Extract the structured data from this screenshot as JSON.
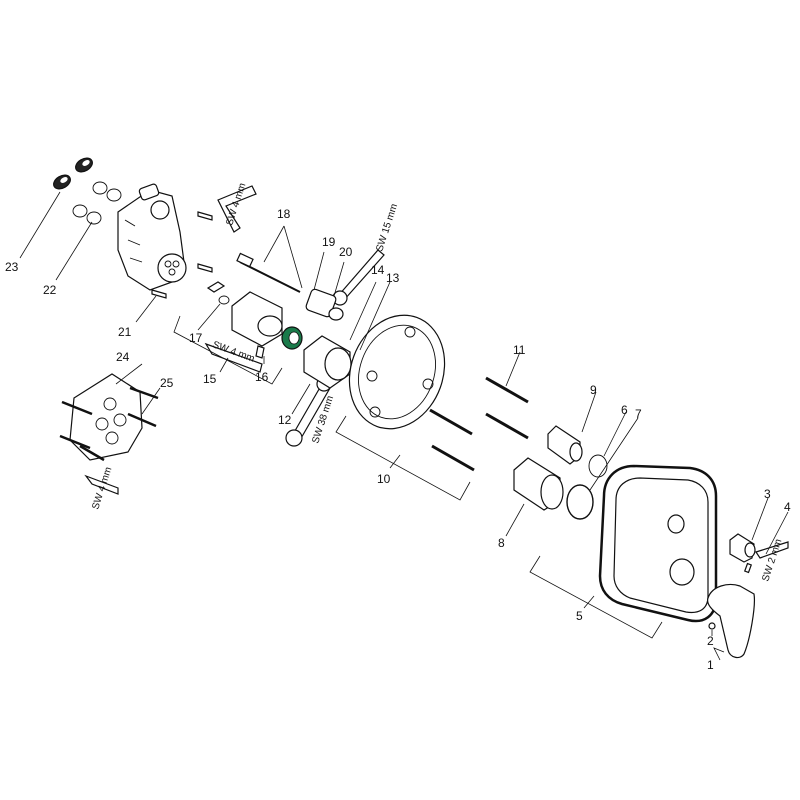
{
  "diagram": {
    "callouts": [
      {
        "id": "1",
        "text": "1"
      },
      {
        "id": "2",
        "text": "2"
      },
      {
        "id": "3",
        "text": "3"
      },
      {
        "id": "4",
        "text": "4"
      },
      {
        "id": "5",
        "text": "5"
      },
      {
        "id": "6",
        "text": "6"
      },
      {
        "id": "7",
        "text": "7"
      },
      {
        "id": "8",
        "text": "8"
      },
      {
        "id": "9",
        "text": "9"
      },
      {
        "id": "10",
        "text": "10"
      },
      {
        "id": "11",
        "text": "11"
      },
      {
        "id": "12",
        "text": "12"
      },
      {
        "id": "13",
        "text": "13"
      },
      {
        "id": "14",
        "text": "14"
      },
      {
        "id": "15",
        "text": "15"
      },
      {
        "id": "16",
        "text": "16"
      },
      {
        "id": "17",
        "text": "17"
      },
      {
        "id": "18",
        "text": "18"
      },
      {
        "id": "19",
        "text": "19"
      },
      {
        "id": "20",
        "text": "20"
      },
      {
        "id": "21",
        "text": "21"
      },
      {
        "id": "22",
        "text": "22"
      },
      {
        "id": "23",
        "text": "23"
      },
      {
        "id": "24",
        "text": "24"
      },
      {
        "id": "25",
        "text": "25"
      }
    ],
    "wrench_labels": [
      {
        "id": "sw4-top",
        "text": "SW 4 mm"
      },
      {
        "id": "sw4-mid",
        "text": "SW 4 mm"
      },
      {
        "id": "sw4-bottom",
        "text": "SW 4 mm"
      },
      {
        "id": "sw15",
        "text": "SW 15 mm"
      },
      {
        "id": "sw38",
        "text": "SW 38 mm"
      },
      {
        "id": "sw2",
        "text": "SW 2 mm"
      }
    ],
    "colors": {
      "line": "#111111",
      "background": "#ffffff",
      "highlight": "#1a7a4a"
    }
  }
}
